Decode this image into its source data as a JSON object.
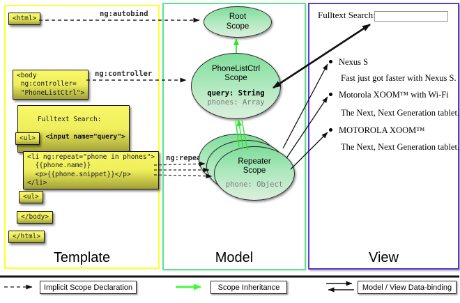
{
  "panels": {
    "template_label": "Template",
    "model_label": "Model",
    "view_label": "View"
  },
  "template_code": {
    "html_open": "<html>",
    "autobind_label": "ng:autobind",
    "body_open": "<body\n ng:controller=\n \"PhoneListCtrl\">",
    "controller_label": "ng:controller",
    "fulltext_label": "Fulltext Search:",
    "fulltext_input_line": "  <input name=\"query\">",
    "ul_open": "<ul>",
    "li_repeat": "<li ng:repeat=\"phone in phones\">\n  {{phone.name}}\n  <p>{{phone.snippet}}</p>\n</li>",
    "repeat_label": "ng:repeat",
    "ul_close": "<ul>",
    "body_close": "</body>",
    "html_close": "</html>"
  },
  "model": {
    "root_scope": {
      "title": "Root\nScope"
    },
    "phonelist_scope": {
      "title": "PhoneListCtrl\nScope",
      "prop_query": "query: String",
      "prop_phones": "phones: Array"
    },
    "repeater_scope": {
      "title": "Repeater\nScope",
      "prop_phone": "phone: Object"
    }
  },
  "view": {
    "search_label": "Fulltext Search:",
    "search_value": "",
    "items": [
      {
        "title": "Nexus S",
        "snippet": "Fast just got faster with Nexus S."
      },
      {
        "title": "Motorola XOOM™  with Wi-Fi",
        "snippet": "The Next, Next Generation tablet."
      },
      {
        "title": "MOTOROLA XOOM™",
        "snippet": "The Next, Next Generation tablet."
      }
    ]
  },
  "legend": {
    "implicit_label": "Implicit Scope Declaration",
    "inheritance_label": "Scope Inheritance",
    "binding_label": "Model / View Data-binding"
  },
  "colors": {
    "template_border": "#ffff2b",
    "model_border": "#57e491",
    "view_border": "#5a3bd0",
    "scope_green_arrow": "#2ee42e",
    "legend_green_arrow": "#33ff33",
    "codebox_yellow": "#efef5c"
  }
}
